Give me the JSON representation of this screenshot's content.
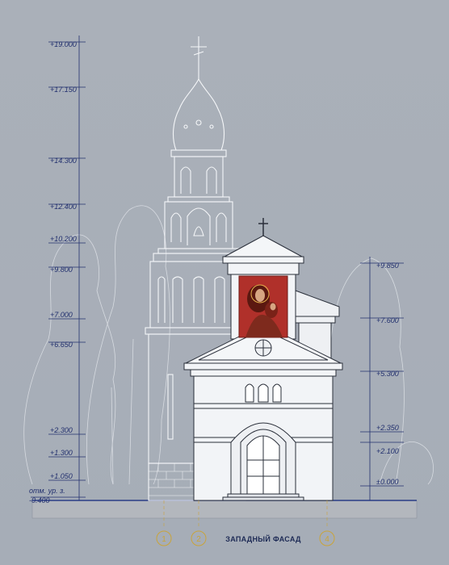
{
  "levels_left": [
    "+19.000",
    "+17.150",
    "+14.300",
    "+12.400",
    "+10.200",
    "+9.800",
    "+7.000",
    "+6.650",
    "+2.300",
    "+1.300",
    "+1.050",
    "отм. ур. з.",
    "-0.400"
  ],
  "levels_right": [
    "+9.850",
    "+7.600",
    "+5.300",
    "+2.350",
    "+2.100",
    "±0.000"
  ],
  "caption": "ЗАПАДНЫЙ ФАСАД",
  "axes": [
    "1",
    "2",
    "4"
  ],
  "colors": {
    "background": "#a9afb8",
    "line": "#f4f6f8",
    "annotation": "#22306e",
    "axis_marker": "#c9a43a",
    "ground": "#b3b7bd",
    "icon_red": "#b0302a"
  }
}
